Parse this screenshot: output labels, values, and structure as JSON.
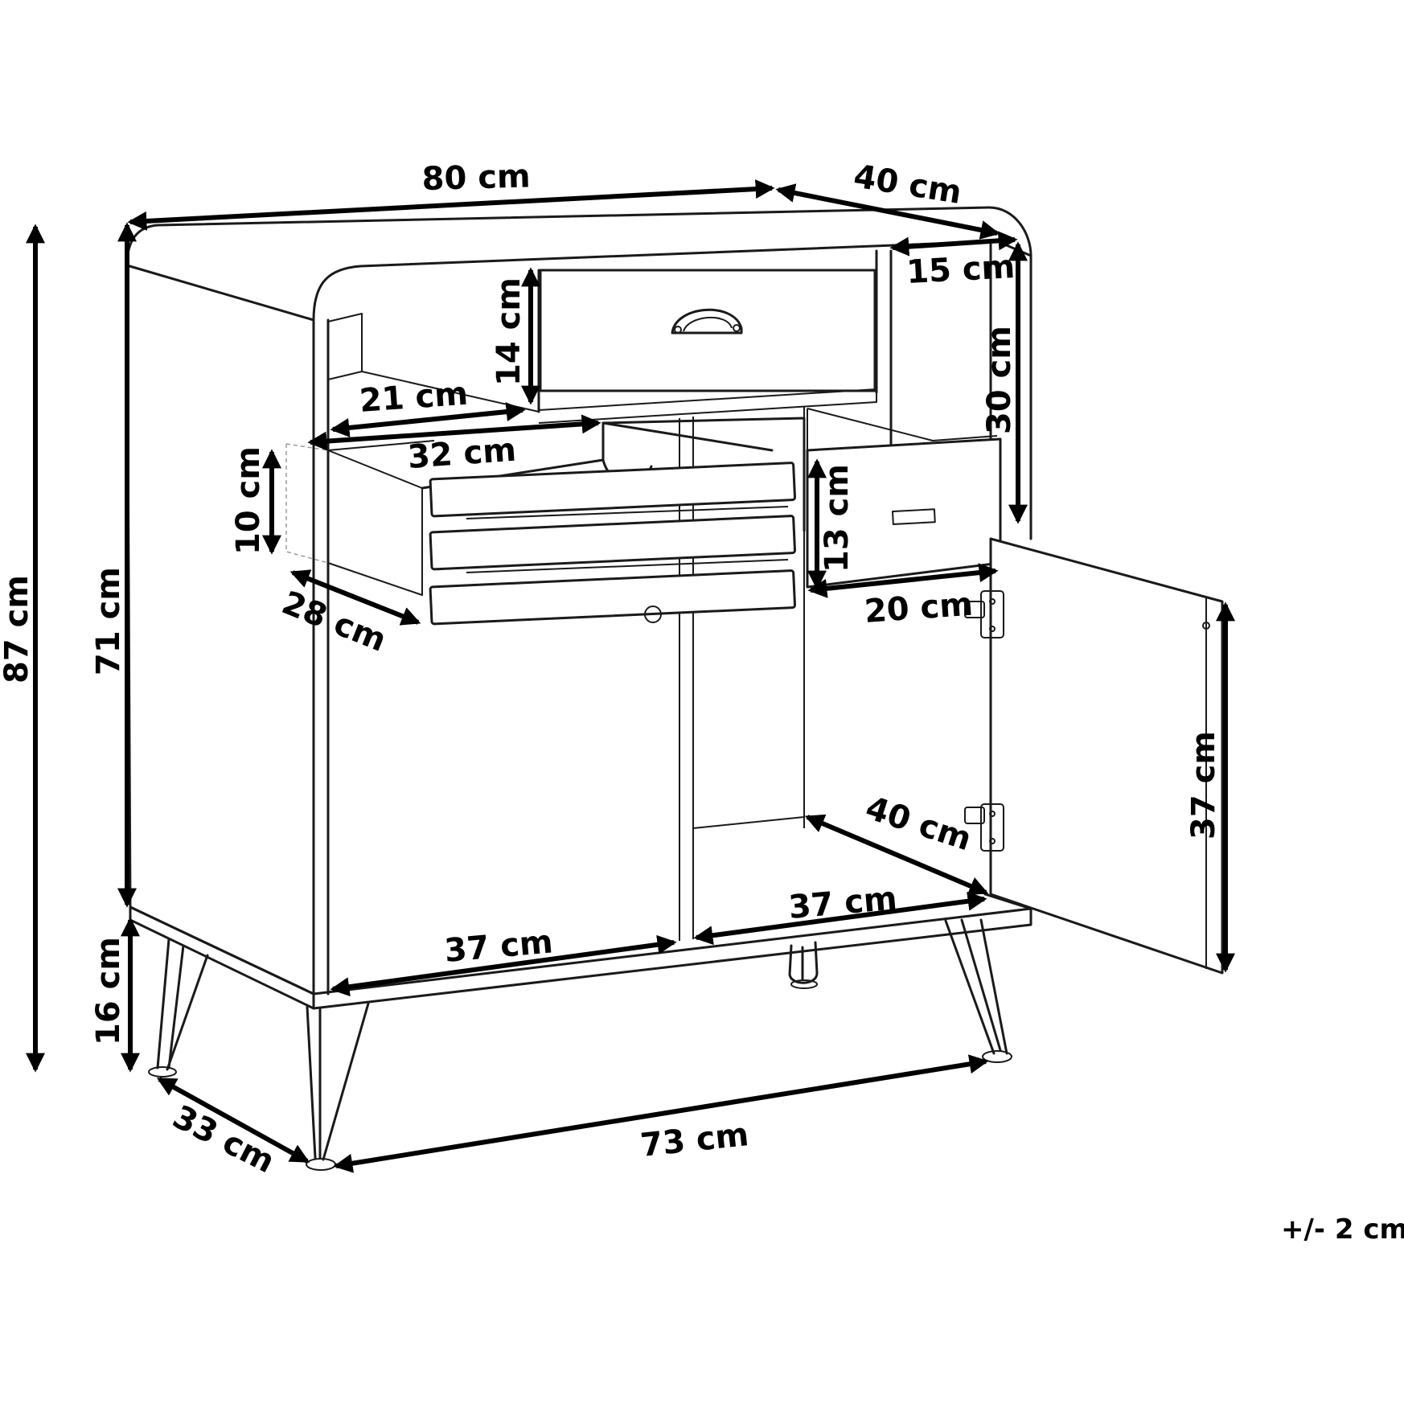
{
  "dimensions": {
    "total_width": "80 cm",
    "total_depth": "40 cm",
    "total_height": "87 cm",
    "body_height": "71 cm",
    "leg_height": "16 cm",
    "top_shelf_height": "14 cm",
    "shelf_inner_depth": "21 cm",
    "left_drawer_width": "32 cm",
    "left_drawer_height": "10 cm",
    "left_drawer_depth": "28 cm",
    "side_niche_width": "15 cm",
    "side_niche_height": "30 cm",
    "right_drawer_height": "13 cm",
    "right_drawer_width": "20 cm",
    "cabinet_inner_depth": "40 cm",
    "right_compartment_width": "37 cm",
    "left_compartment_width": "37 cm",
    "door_height": "37 cm",
    "leg_depth_span": "33 cm",
    "leg_width_span": "73 cm"
  },
  "tolerance": "+/- 2 cm"
}
